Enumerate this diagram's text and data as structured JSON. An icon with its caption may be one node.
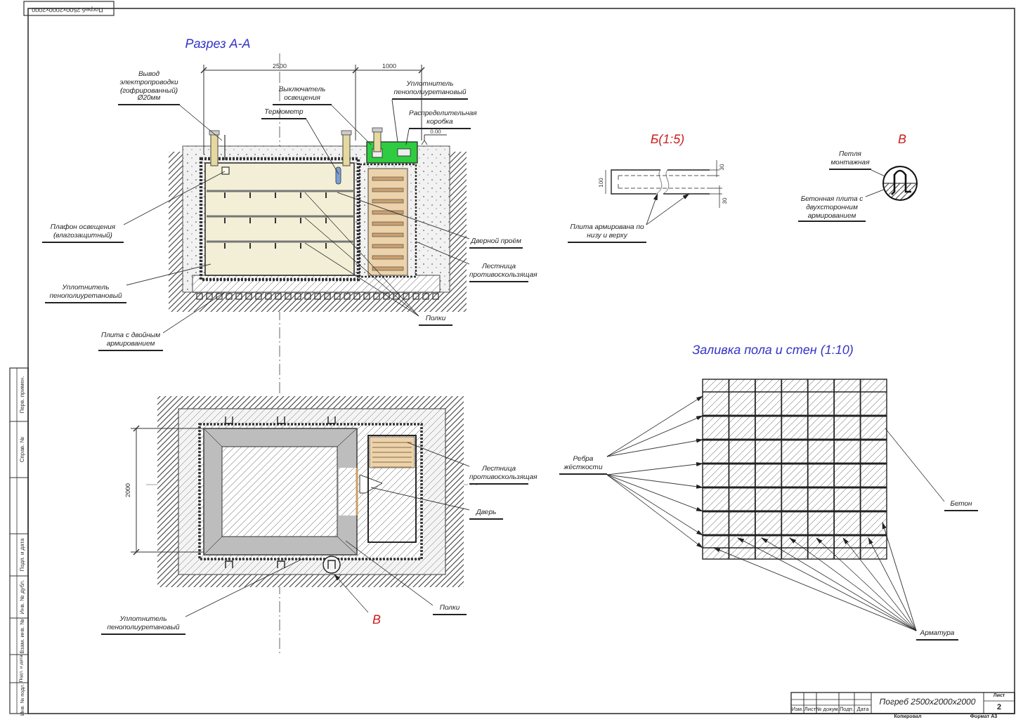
{
  "diagram": {
    "nodes": [
      {
        "text": [
          "Вывод электропроводки (гофрированный) Ø20мм"
        ]
      },
      {
        "text": [
          "Выключатель освещения"
        ]
      },
      {
        "text": [
          "Термометр"
        ]
      },
      {
        "text": [
          "Уплотнитель пенополиуретановый"
        ]
      },
      {
        "text": [
          "Распределительная коробка"
        ]
      },
      {
        "text": [
          "Плафон освещения (влагозащитный)"
        ]
      },
      {
        "text": [
          "Дверной проём"
        ]
      },
      {
        "text": [
          "Лестница противоскользящая"
        ]
      },
      {
        "text": [
          "Уплотнитель пенополиуретановый"
        ]
      },
      {
        "text": [
          "Полки"
        ]
      },
      {
        "text": [
          "Плита с двойным армированием"
        ]
      },
      {
        "text": [
          "Плита армирована по низу и верху"
        ]
      },
      {
        "text": [
          "Петля монтажная"
        ]
      },
      {
        "text": [
          "Бетонная плита с двухсторонним армированием"
        ]
      },
      {
        "text": [
          "Лестница противоскользящая"
        ]
      },
      {
        "text": [
          "Дверь"
        ]
      },
      {
        "text": [
          "Полки"
        ]
      },
      {
        "text": [
          "Уплотнитель пенополиуретановый"
        ]
      },
      {
        "text": [
          "В"
        ]
      },
      {
        "text": [
          "Ребра жёсткости"
        ]
      },
      {
        "text": [
          "Бетон"
        ]
      },
      {
        "text": [
          "Арматура"
        ]
      },
      {
        "text": [],
        "shape": "circle"
      },
      {
        "text": [],
        "shape": "box"
      }
    ],
    "edges": [
      {
        "from": 0,
        "to": null,
        "arrow": "none"
      },
      {
        "from": 1,
        "to": null,
        "arrow": "none"
      },
      {
        "from": 2,
        "to": null,
        "arrow": "none"
      },
      {
        "from": 3,
        "to": null,
        "arrow": "none"
      },
      {
        "from": 4,
        "to": null,
        "arrow": "none"
      },
      {
        "from": 5,
        "to": null,
        "arrow": "none"
      },
      {
        "from": 6,
        "to": null,
        "arrow": "none"
      },
      {
        "from": 7,
        "to": null,
        "arrow": "none"
      },
      {
        "from": 8,
        "to": null,
        "arrow": "none"
      },
      {
        "from": 9,
        "to": null,
        "arrow": "none"
      },
      {
        "from": 9,
        "to": null,
        "arrow": "none"
      },
      {
        "from": 9,
        "to": null,
        "arrow": "none"
      },
      {
        "from": 10,
        "to": null,
        "arrow": "none"
      },
      {
        "from": 11,
        "to": 23,
        "arrow": "to"
      },
      {
        "from": 11,
        "to": 23,
        "arrow": "to"
      },
      {
        "from": 12,
        "to": 22,
        "arrow": "none"
      },
      {
        "from": 13,
        "to": 22,
        "arrow": "none"
      },
      {
        "from": 14,
        "to": null,
        "arrow": "none"
      },
      {
        "from": 15,
        "to": null,
        "arrow": "none"
      },
      {
        "from": 16,
        "to": null,
        "arrow": "none"
      },
      {
        "from": 17,
        "to": null,
        "arrow": "none"
      },
      {
        "from": 18,
        "to": null,
        "arrow": "to"
      },
      {
        "from": 19,
        "to": null,
        "arrow": "to"
      },
      {
        "from": 19,
        "to": null,
        "arrow": "to"
      },
      {
        "from": 19,
        "to": null,
        "arrow": "to"
      },
      {
        "from": 19,
        "to": null,
        "arrow": "to"
      },
      {
        "from": 19,
        "to": null,
        "arrow": "to"
      },
      {
        "from": 19,
        "to": null,
        "arrow": "to"
      },
      {
        "from": 19,
        "to": null,
        "arrow": "to"
      },
      {
        "from": 19,
        "to": null,
        "arrow": "to"
      },
      {
        "from": 20,
        "to": null,
        "arrow": "none"
      },
      {
        "from": 21,
        "to": null,
        "arrow": "to"
      },
      {
        "from": 21,
        "to": null,
        "arrow": "to"
      },
      {
        "from": 21,
        "to": null,
        "arrow": "to"
      },
      {
        "from": 21,
        "to": null,
        "arrow": "to"
      },
      {
        "from": 21,
        "to": null,
        "arrow": "to"
      },
      {
        "from": 21,
        "to": null,
        "arrow": "to"
      },
      {
        "from": 21,
        "to": null,
        "arrow": "to"
      },
      {
        "from": 21,
        "to": null,
        "arrow": "to"
      }
    ],
    "labels": [
      "Погреб 2500х2000х2000",
      "Разрез А-А",
      "2500",
      "1000",
      "0.00",
      "Б(1:5)",
      "30",
      "100",
      "30",
      "В",
      "2000",
      "Заливка пола и стен (1:10)",
      "Перв. примен.",
      "Справ. №",
      "Подп. и дата",
      "Инв. № дубл.",
      "Взам. инв. №",
      "Подп. и дата",
      "Инв. № подл.",
      "Изм.",
      "Лист",
      "№ докум.",
      "Подп.",
      "Дата",
      "Погреб 2500х2000х2000",
      "Лист",
      "2",
      "Копировал",
      "Формат А3"
    ]
  }
}
